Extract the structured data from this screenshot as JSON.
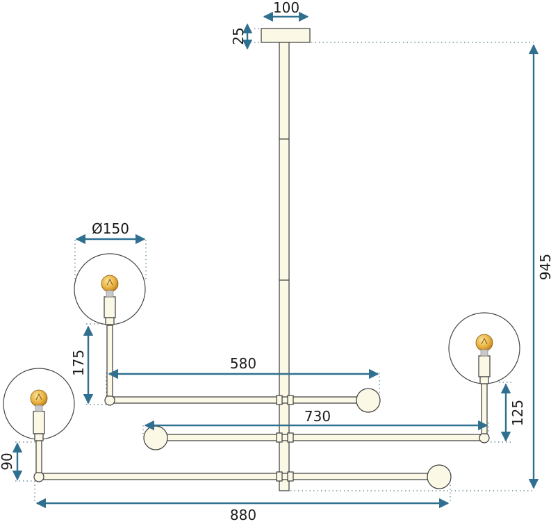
{
  "dimensions": {
    "canopy_width": "100",
    "canopy_height": "25",
    "total_height": "945",
    "globe_diameter": "Ø150",
    "left_drop": "175",
    "arm_upper": "580",
    "arm_middle": "730",
    "right_drop": "125",
    "lower_left_drop": "90",
    "total_width": "880"
  },
  "colors": {
    "dimension_arrow": "#2f6f8f",
    "guide_dots": "#6a8f9a",
    "brass_parts": "#fbf8e6",
    "outline": "#3a3a3a",
    "bulb_amber": "#e0a638"
  }
}
